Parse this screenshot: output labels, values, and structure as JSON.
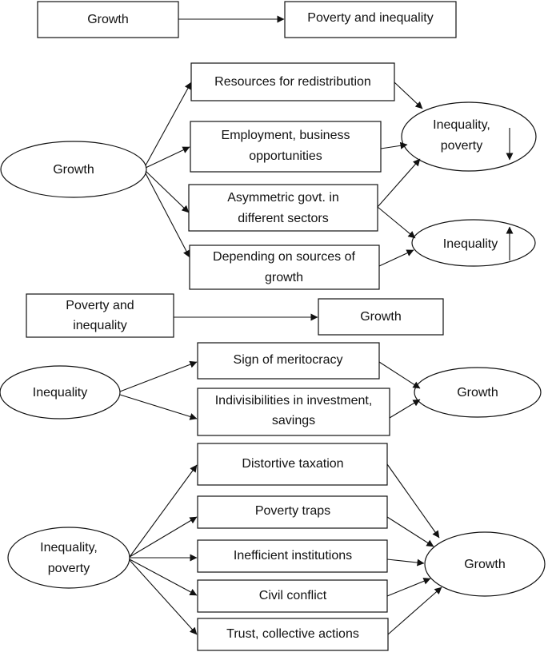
{
  "diagram": {
    "section1": {
      "growth": "Growth",
      "poverty_inequality": "Poverty and inequality"
    },
    "section2": {
      "growth": "Growth",
      "resources": "Resources for redistribution",
      "employment_1": "Employment, business",
      "employment_2": "opportunities",
      "asymmetric_1": "Asymmetric govt. in",
      "asymmetric_2": "different sectors",
      "depending_1": "Depending on sources of",
      "depending_2": "growth",
      "inequality_poverty_1": "Inequality,",
      "inequality_poverty_2": "poverty",
      "inequality_poverty_arrow": "down",
      "inequality": "Inequality",
      "inequality_arrow": "up"
    },
    "section3": {
      "poverty_inequality_1": "Poverty and",
      "poverty_inequality_2": "inequality",
      "growth": "Growth"
    },
    "section4": {
      "inequality": "Inequality",
      "meritocracy": "Sign of meritocracy",
      "indivisibilities_1": "Indivisibilities in investment,",
      "indivisibilities_2": "savings",
      "growth": "Growth"
    },
    "section5": {
      "inequality_poverty_1": "Inequality,",
      "inequality_poverty_2": "poverty",
      "distortive": "Distortive taxation",
      "poverty_traps": "Poverty traps",
      "inefficient": "Inefficient institutions",
      "civil_conflict": "Civil conflict",
      "trust": "Trust, collective actions",
      "growth": "Growth"
    }
  }
}
